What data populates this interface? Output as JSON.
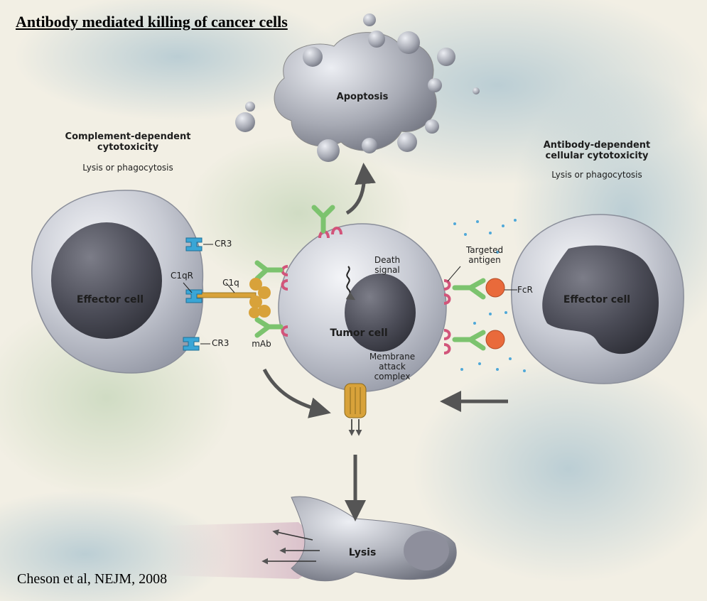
{
  "title": "Antibody mediated killing of cancer cells",
  "citation": "Cheson et al, NEJM, 2008",
  "colors": {
    "background": "#f2efe4",
    "cell_body": "#c9ccd4",
    "nucleus": "#4a4a55",
    "antibody": "#7cc36e",
    "antigen": "#d2547a",
    "receptor_cr3": "#3aa6d6",
    "c1q": "#d8a23a",
    "fcr": "#e96a3b"
  },
  "labels": {
    "cdc_title": "Complement-dependent\ncytotoxicity",
    "cdc_sub": "Lysis or phagocytosis",
    "adcc_title": "Antibody-dependent\ncellular cytotoxicity",
    "adcc_sub": "Lysis or phagocytosis",
    "apoptosis": "Apoptosis",
    "effector_left": "Effector cell",
    "effector_right": "Effector cell",
    "tumor": "Tumor cell",
    "death_signal": "Death\nsignal",
    "membrane_attack": "Membrane\nattack\ncomplex",
    "targeted_antigen": "Targeted\nantigen",
    "fcr": "FcR",
    "cr3_top": "CR3",
    "cr3_bottom": "CR3",
    "c1qr": "C1qR",
    "c1q": "C1q",
    "mab": "mAb",
    "lysis": "Lysis"
  }
}
